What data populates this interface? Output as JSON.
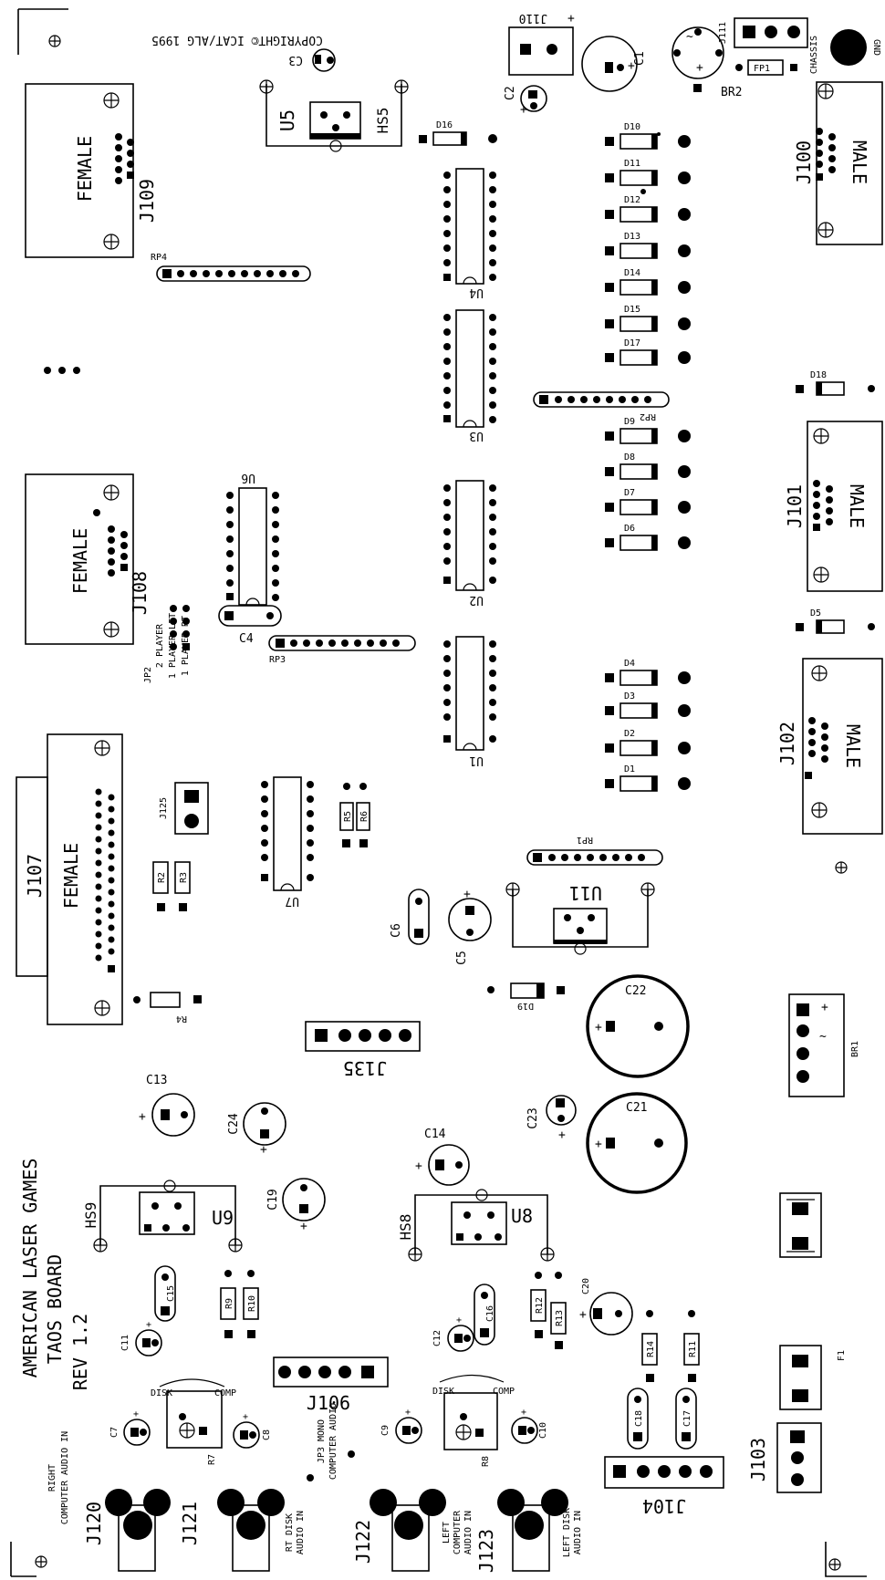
{
  "board": {
    "title": "AMERICAN LASER GAMES",
    "name": "TAOS BOARD",
    "rev": "REV 1.2",
    "copyright": "COPYRIGHT© ICAT/ALG 1995"
  },
  "connectors": {
    "j100": "J100",
    "j100_type": "MALE",
    "j101": "J101",
    "j101_type": "MALE",
    "j102": "J102",
    "j102_type": "MALE",
    "j107": "J107",
    "j107_type": "FEMALE",
    "j108": "J108",
    "j108_type": "FEMALE",
    "j109": "J109",
    "j109_type": "FEMALE",
    "j110": "J110",
    "j111": "J111",
    "j125": "J125",
    "j135": "J135",
    "j106": "J106",
    "j104": "J104",
    "j103": "J103",
    "j120": "J120",
    "j121": "J121",
    "j122": "J122",
    "j123": "J123"
  },
  "ics": {
    "u1": "U1",
    "u2": "U2",
    "u3": "U3",
    "u4": "U4",
    "u5": "U5",
    "u6": "U6",
    "u7": "U7",
    "u8": "U8",
    "u9": "U9",
    "u11": "U11"
  },
  "heatsinks": {
    "hs5": "HS5",
    "hs8": "HS8",
    "hs9": "HS9"
  },
  "resistor_packs": {
    "rp1": "RP1",
    "rp2": "RP2",
    "rp3": "RP3",
    "rp4": "RP4"
  },
  "diodes": {
    "d1": "D1",
    "d2": "D2",
    "d3": "D3",
    "d4": "D4",
    "d5": "D5",
    "d6": "D6",
    "d7": "D7",
    "d8": "D8",
    "d9": "D9",
    "d10": "D10",
    "d11": "D11",
    "d12": "D12",
    "d13": "D13",
    "d14": "D14",
    "d15": "D15",
    "d16": "D16",
    "d17": "D17",
    "d18": "D18",
    "d19": "D19"
  },
  "capacitors": {
    "c1": "C1",
    "c2": "C2",
    "c3": "C3",
    "c4": "C4",
    "c5": "C5",
    "c6": "C6",
    "c7": "C7",
    "c8": "C8",
    "c9": "C9",
    "c10": "C10",
    "c11": "C11",
    "c12": "C12",
    "c13": "C13",
    "c14": "C14",
    "c15": "C15",
    "c16": "C16",
    "c17": "C17",
    "c18": "C18",
    "c19": "C19",
    "c20": "C20",
    "c21": "C21",
    "c22": "C22",
    "c23": "C23",
    "c24": "C24"
  },
  "resistors": {
    "r2": "R2",
    "r3": "R3",
    "r4": "R4",
    "r5": "R5",
    "r6": "R6",
    "r7": "R7",
    "r8": "R8",
    "r9": "R9",
    "r10": "R10",
    "r11": "R11",
    "r12": "R12",
    "r13": "R13",
    "r14": "R14"
  },
  "misc": {
    "br1": "BR1",
    "br2": "BR2",
    "f1": "F1",
    "fp1": "FP1",
    "chassis": "CHASSIS",
    "gnd": "GND",
    "plus": "+",
    "jp2": "JP2",
    "jp2_opt1": "2 PLAYER",
    "jp2_opt2": "1 PLAYER LFT",
    "jp2_opt3": "1 PLAYER RT",
    "jp3": "JP3 MONO",
    "jp3_sub": "COMPUTER AUDIO",
    "disk": "DISK",
    "comp": "COMP"
  },
  "audio_labels": {
    "right_computer_1": "RIGHT",
    "right_computer_2": "COMPUTER AUDIO IN",
    "rt_disk_1": "RT DISK",
    "rt_disk_2": "AUDIO IN",
    "left_computer_1": "LEFT",
    "left_computer_2": "COMPUTER",
    "left_computer_3": "AUDIO IN",
    "left_disk_1": "LEFT DISK",
    "left_disk_2": "AUDIO IN"
  }
}
